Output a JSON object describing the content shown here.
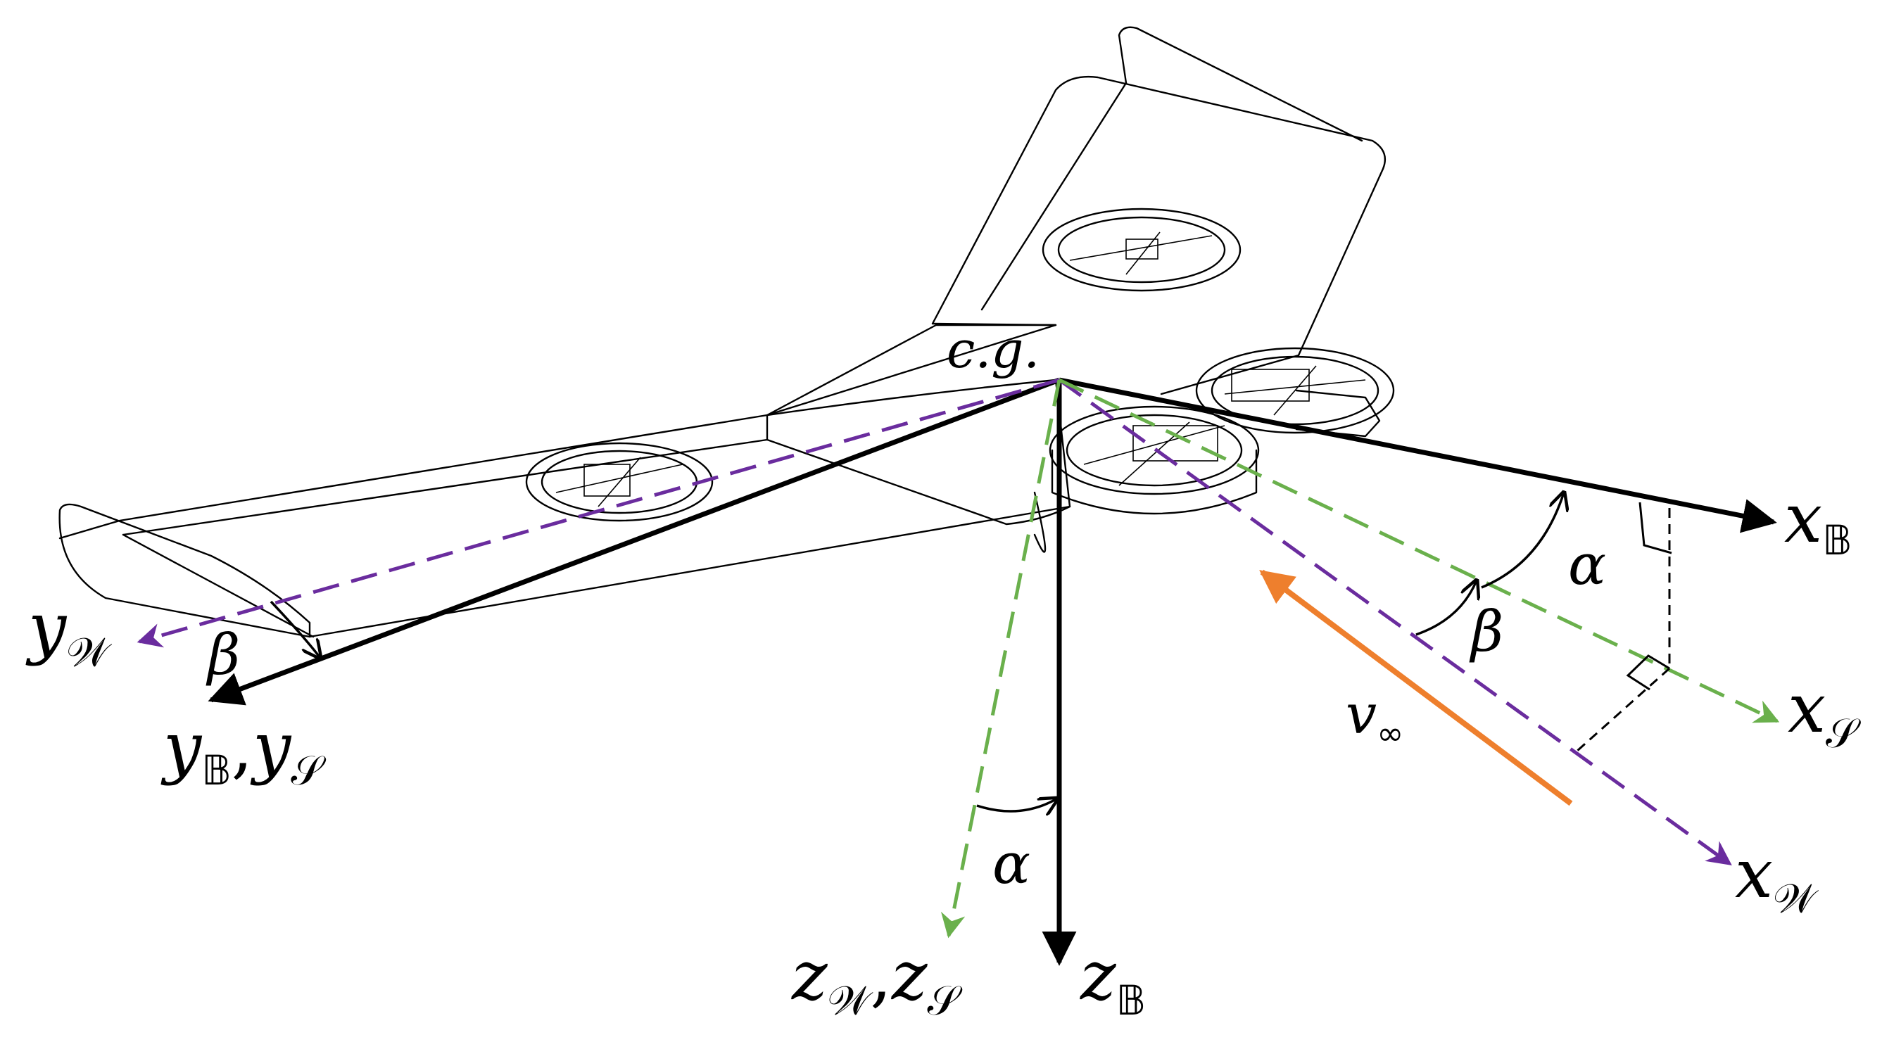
{
  "colors": {
    "body_axes": "#000000",
    "wind_axes": "#6a2c9e",
    "stability_axes": "#6ab04c",
    "freestream": "#ee7f2d"
  },
  "labels": {
    "cg": "c.g.",
    "x_body": {
      "var": "x",
      "sub": "𝔹"
    },
    "y_body_stab": {
      "var1": "y",
      "sub1": "𝔹",
      "sep": ",",
      "var2": "y",
      "sub2": "𝒮"
    },
    "z_body": {
      "var": "z",
      "sub": "𝔹"
    },
    "x_stab": {
      "var": "x",
      "sub": "𝒮"
    },
    "x_wind": {
      "var": "x",
      "sub": "𝒲"
    },
    "y_wind": {
      "var": "y",
      "sub": "𝒲"
    },
    "z_wind_stab": {
      "var1": "z",
      "sub1": "𝒲",
      "sep": ",",
      "var2": "z",
      "sub2": "𝒮"
    },
    "alpha_side": "α",
    "alpha_bottom": "α",
    "beta_side": "β",
    "beta_left": "β",
    "v_inf": {
      "var": "v",
      "sub": "∞"
    }
  }
}
